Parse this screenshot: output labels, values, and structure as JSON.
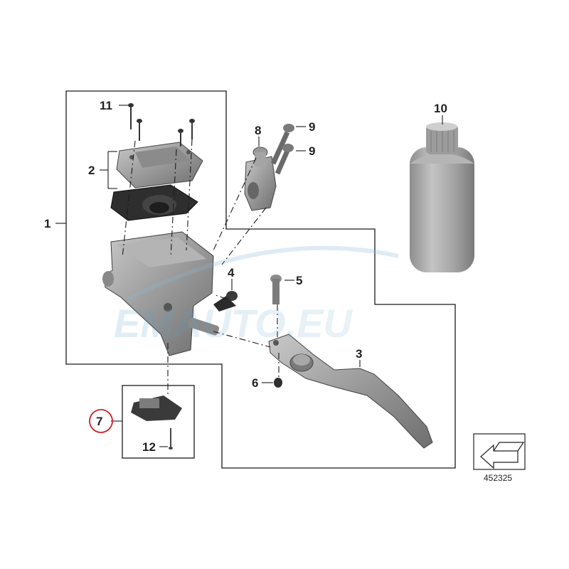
{
  "diagram": {
    "watermark": "EMAUTO.EU",
    "reference_number": "452325",
    "highlighted_label": "7",
    "highlight_color": "#cc2222",
    "labels": {
      "l1": "1",
      "l2": "2",
      "l3": "3",
      "l4": "4",
      "l5": "5",
      "l6": "6",
      "l7": "7",
      "l8": "8",
      "l9a": "9",
      "l9b": "9",
      "l10": "10",
      "l11": "11",
      "l12": "12"
    },
    "icons": {
      "orientation": "arrow-orientation-icon"
    }
  }
}
